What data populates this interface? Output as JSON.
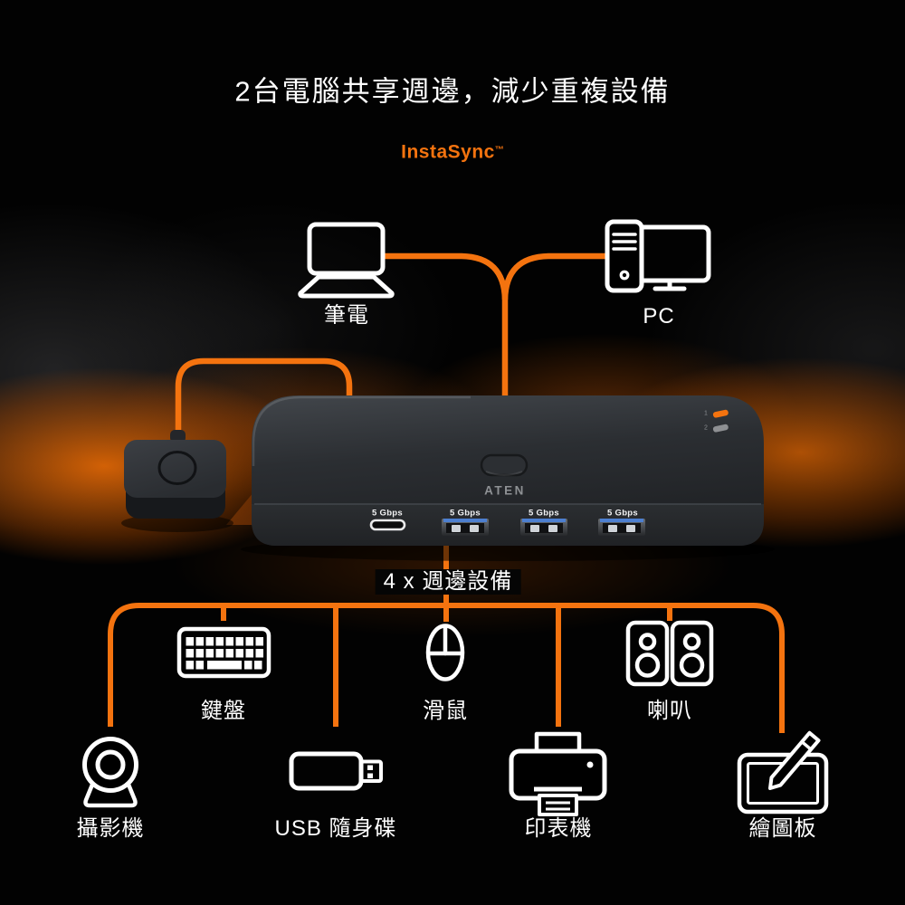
{
  "title": "2台電腦共享週邊，減少重複設備",
  "feature": {
    "name": "InstaSync",
    "tm": "™"
  },
  "colors": {
    "accent": "#F4730F",
    "background": "#000000",
    "text": "#FFFFFF",
    "usb_port_blue": "#4D7FD0",
    "led_on": "#F4730F",
    "led_off": "#8E9093"
  },
  "computers": [
    {
      "icon": "laptop",
      "label": "筆電"
    },
    {
      "icon": "desktop-pc",
      "label": "PC"
    }
  ],
  "switch": {
    "brand": "ATEN",
    "leds": [
      {
        "num": "1",
        "state": "on"
      },
      {
        "num": "2",
        "state": "off"
      }
    ],
    "ports": [
      {
        "type": "usb-c",
        "label": "5 Gbps"
      },
      {
        "type": "usb-a",
        "label": "5 Gbps"
      },
      {
        "type": "usb-a",
        "label": "5 Gbps"
      },
      {
        "type": "usb-a",
        "label": "5 Gbps"
      }
    ]
  },
  "peripherals_caption": "4 x 週邊設備",
  "peripherals": [
    {
      "icon": "keyboard",
      "label": "鍵盤"
    },
    {
      "icon": "mouse",
      "label": "滑鼠"
    },
    {
      "icon": "speakers",
      "label": "喇叭"
    },
    {
      "icon": "webcam",
      "label": "攝影機"
    },
    {
      "icon": "usb-flash-drive",
      "label": "USB 隨身碟"
    },
    {
      "icon": "printer",
      "label": "印表機"
    },
    {
      "icon": "drawing-tablet",
      "label": "繪圖板"
    }
  ]
}
